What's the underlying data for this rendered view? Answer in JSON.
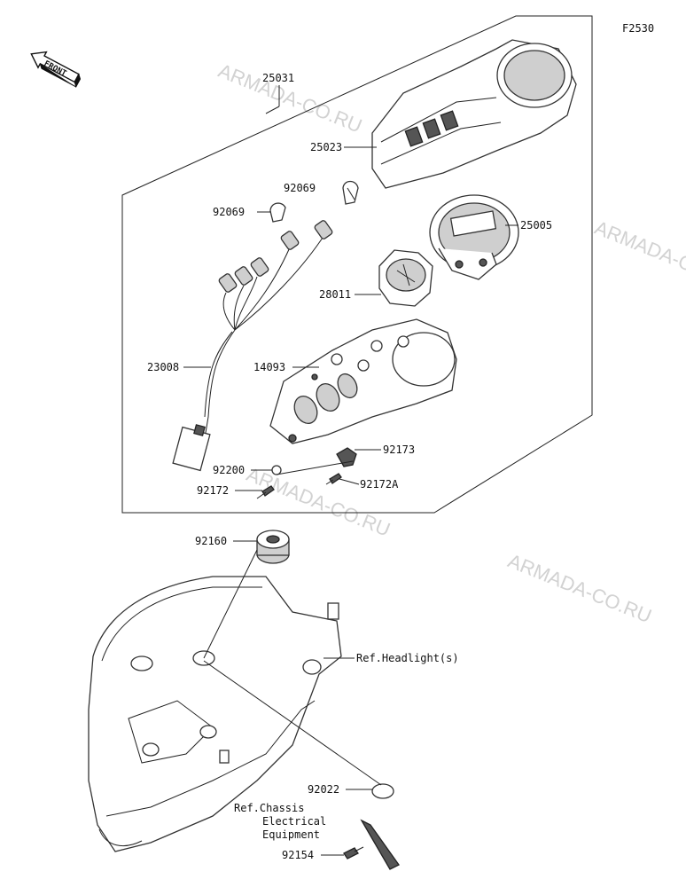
{
  "figure_code": "F2530",
  "front_badge": "FRONT",
  "watermark": "ARMADA-CO.RU",
  "labels": {
    "p25031": "25031",
    "p25023": "25023",
    "p92069a": "92069",
    "p92069b": "92069",
    "p25005": "25005",
    "p28011": "28011",
    "p23008": "23008",
    "p14093": "14093",
    "p92173": "92173",
    "p92200": "92200",
    "p92172": "92172",
    "p92172a": "92172A",
    "p92160": "92160",
    "ref_headlight": "Ref.Headlight(s)",
    "p92022": "92022",
    "ref_chassis_1": "Ref.Chassis",
    "ref_chassis_2": "Electrical",
    "ref_chassis_3": "Equipment",
    "p92154": "92154"
  },
  "colors": {
    "line": "#222222",
    "watermark": "#d2d2d2",
    "part_fill": "#cfcfcf"
  }
}
